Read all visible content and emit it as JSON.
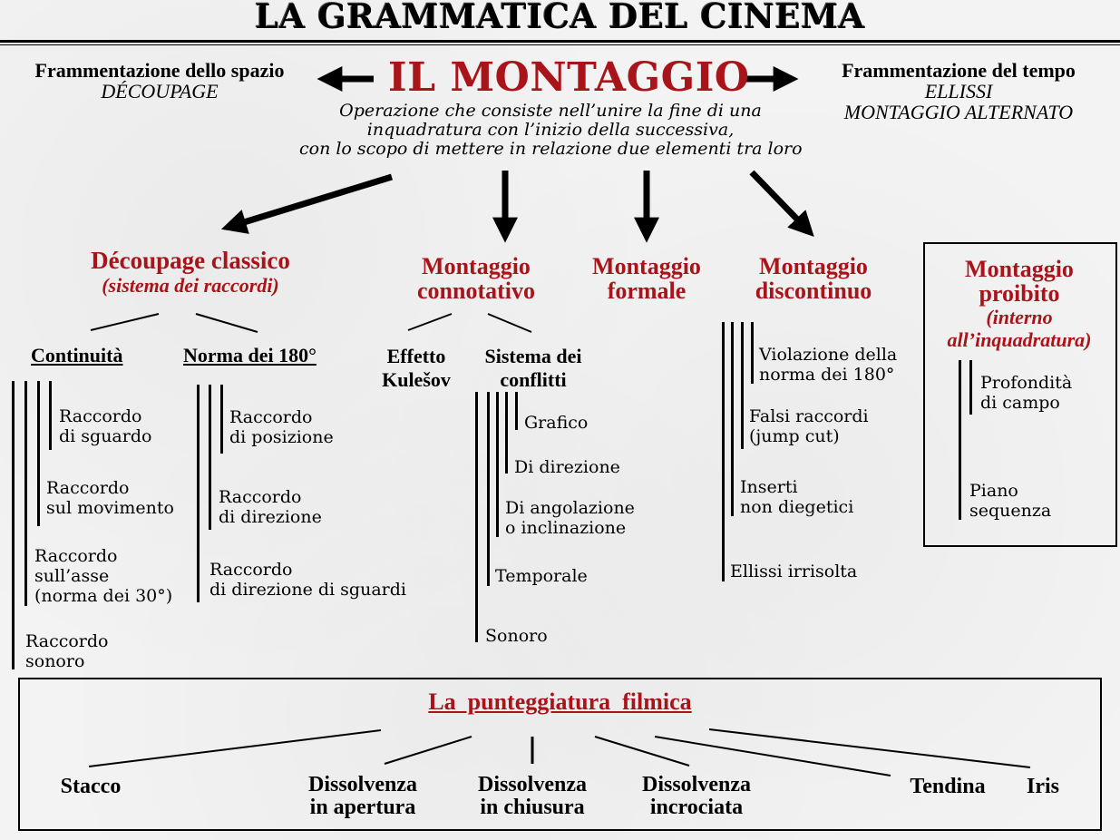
{
  "title": "LA GRAMMATICA DEL CINEMA",
  "center": {
    "title": "IL MONTAGGIO",
    "definition": [
      "Operazione che consiste nell’unire la fine di una",
      "inquadratura con l’inizio della successiva,",
      "con lo scopo di mettere in relazione due elementi tra loro"
    ]
  },
  "left_aside": {
    "title": "Frammentazione dello spazio",
    "subtitle": "DÉCOUPAGE"
  },
  "right_aside": {
    "title": "Frammentazione del tempo",
    "items": [
      "ELLISSI",
      "MONTAGGIO ALTERNATO"
    ]
  },
  "categories": {
    "decoupage": {
      "title": "Découpage classico",
      "subtitle": "(sistema dei raccordi)",
      "continuita": {
        "title": "Continuità",
        "items": [
          [
            "Raccordo",
            "di sguardo"
          ],
          [
            "Raccordo",
            "sul movimento"
          ],
          [
            "Raccordo",
            "sull’asse",
            "(norma dei 30°)"
          ],
          [
            "Raccordo",
            "sonoro"
          ]
        ]
      },
      "norma": {
        "title": "Norma dei 180°",
        "items": [
          [
            "Raccordo",
            "di posizione"
          ],
          [
            "Raccordo",
            "di direzione"
          ],
          [
            "Raccordo",
            "di direzione di sguardi"
          ]
        ]
      }
    },
    "connotativo": {
      "title": [
        "Montaggio",
        "connotativo"
      ],
      "kulesov": [
        "Effetto",
        "Kulešov"
      ],
      "conflitti": {
        "title": [
          "Sistema dei",
          "conflitti"
        ],
        "items": [
          [
            "Grafico"
          ],
          [
            "Di direzione"
          ],
          [
            "Di angolazione",
            "o inclinazione"
          ],
          [
            "Temporale"
          ],
          [
            "Sonoro"
          ]
        ]
      }
    },
    "formale": {
      "title": [
        "Montaggio",
        "formale"
      ]
    },
    "discontinuo": {
      "title": [
        "Montaggio",
        "discontinuo"
      ],
      "items": [
        [
          "Violazione della",
          "norma dei 180°"
        ],
        [
          "Falsi raccordi",
          "(jump cut)"
        ],
        [
          "Inserti",
          "non diegetici"
        ],
        [
          "Ellissi irrisolta"
        ]
      ]
    },
    "proibito": {
      "title": [
        "Montaggio",
        "proibito"
      ],
      "subtitle": [
        "(interno",
        "all’inquadratura)"
      ],
      "items": [
        [
          "Profondità",
          "di campo"
        ],
        [
          "Piano",
          "sequenza"
        ]
      ]
    }
  },
  "punctuation": {
    "title": "La  punteggiatura  filmica",
    "items": [
      [
        "Stacco"
      ],
      [
        "Dissolvenza",
        "in apertura"
      ],
      [
        "Dissolvenza",
        "in chiusura"
      ],
      [
        "Dissolvenza",
        "incrociata"
      ],
      [
        "Tendina"
      ],
      [
        "Iris"
      ]
    ]
  },
  "colors": {
    "accent": "#a8141a",
    "ink": "#000000"
  }
}
